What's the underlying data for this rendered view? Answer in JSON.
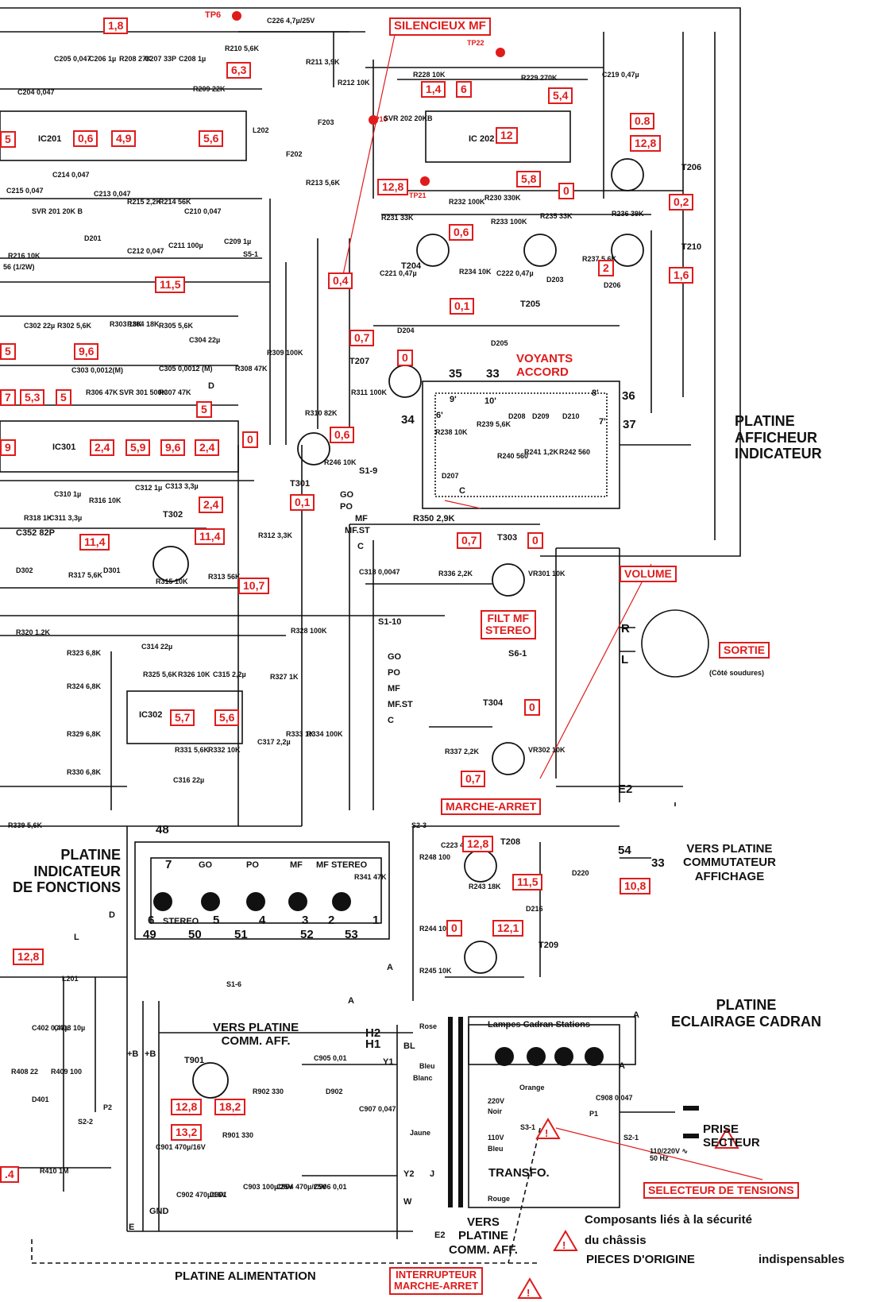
{
  "colors": {
    "accent": "#e01b1b",
    "ink": "#111111"
  },
  "titles": {
    "silencieux_mf": "SILENCIEUX MF",
    "voyants_accord": "VOYANTS\nACCORD",
    "platine_afficheur": "PLATINE\nAFFICHEUR\nINDICATEUR",
    "volume": "VOLUME",
    "filt_mf_stereo": "FILT MF\nSTEREO",
    "sortie": "SORTIE",
    "cote_soudures": "(Côté soudures)",
    "marche_arret": "MARCHE-ARRET",
    "vers_platine_commutateur": "VERS PLATINE\nCOMMUTATEUR\nAFFICHAGE",
    "platine_indicateur_fonctions": "PLATINE\nINDICATEUR\nDE FONCTIONS",
    "platine_eclairage": "PLATINE\nECLAIRAGE CADRAN",
    "vers_platine_comm_aff_top": "VERS PLATINE\nCOMM. AFF.",
    "vers_platine_comm_aff_bottom": "VERS\nPLATINE\nCOMM. AFF.",
    "prise_secteur": "PRISE\nSECTEUR",
    "selecteur_tensions": "SELECTEUR DE TENSIONS",
    "transfo": "TRANSFO.",
    "lampes_cadran": "Lampes Cadran Stations",
    "securite_1": "Composants liés à la sécurité",
    "securite_2": "du châssis",
    "securite_3": "PIECES D'ORIGINE",
    "securite_4": "indispensables",
    "platine_alimentation": "PLATINE ALIMENTATION",
    "interrupteur": "INTERRUPTEUR\nMARCHE-ARRET",
    "mains_spec": "110/220V ∿\n50 Hz"
  },
  "ic_labels": {
    "ic201": "IC201",
    "ic202": "IC 202",
    "ic301": "IC301",
    "ic302": "IC302"
  },
  "transistor_labels": {
    "t204": "T204",
    "t205": "T205",
    "t206": "T206",
    "t207": "T207",
    "t208": "T208",
    "t209": "T209",
    "t210": "T210",
    "t301": "T301",
    "t302": "T302",
    "t303": "T303",
    "t304": "T304",
    "t901": "T901"
  },
  "test_points": {
    "tp6": "TP6",
    "tp22": "TP22",
    "tp10": "TP10",
    "tp21": "TP21"
  },
  "component_labels": [
    {
      "id": "c226",
      "text": "C226 4,7µ/25V"
    },
    {
      "id": "r210",
      "text": "R210 5,6K"
    },
    {
      "id": "r211",
      "text": "R211 3,9K"
    },
    {
      "id": "r212",
      "text": "R212 10K"
    },
    {
      "id": "r213",
      "text": "R213 5,6K"
    },
    {
      "id": "r228",
      "text": "R228 10K"
    },
    {
      "id": "r229",
      "text": "R229 270K"
    },
    {
      "id": "c219",
      "text": "C219 0,47µ"
    },
    {
      "id": "r209",
      "text": "R209 22K"
    },
    {
      "id": "r208",
      "text": "R208 27K"
    },
    {
      "id": "c207",
      "text": "C207 33P"
    },
    {
      "id": "c208",
      "text": "C208 1µ"
    },
    {
      "id": "c206",
      "text": "C206 1µ"
    },
    {
      "id": "c205",
      "text": "C205 0,047"
    },
    {
      "id": "c204",
      "text": "C204 0,047"
    },
    {
      "id": "c214",
      "text": "C214 0,047"
    },
    {
      "id": "svr201",
      "text": "SVR 201 20K B"
    },
    {
      "id": "r215",
      "text": "R215 2,2K"
    },
    {
      "id": "r214",
      "text": "R214 56K"
    },
    {
      "id": "c210",
      "text": "C210 0,047"
    },
    {
      "id": "c211",
      "text": "C211 100µ"
    },
    {
      "id": "c212",
      "text": "C212 0,047"
    },
    {
      "id": "c213",
      "text": "C213 0,047"
    },
    {
      "id": "c215",
      "text": "C215 0,047"
    },
    {
      "id": "c209",
      "text": "C209 1µ"
    },
    {
      "id": "r216",
      "text": "R216 10K"
    },
    {
      "id": "r_56",
      "text": "56 (1/2W)"
    },
    {
      "id": "l202",
      "text": "L202"
    },
    {
      "id": "f203",
      "text": "F203"
    },
    {
      "id": "f202",
      "text": "F202"
    },
    {
      "id": "svr202",
      "text": "SVR 202 20KB"
    },
    {
      "id": "r232",
      "text": "R232 100K"
    },
    {
      "id": "r230",
      "text": "R230 330K"
    },
    {
      "id": "r231",
      "text": "R231 33K"
    },
    {
      "id": "r233",
      "text": "R233 100K"
    },
    {
      "id": "r235",
      "text": "R235 33K"
    },
    {
      "id": "r236",
      "text": "R236 39K"
    },
    {
      "id": "r234",
      "text": "R234 10K"
    },
    {
      "id": "r237",
      "text": "R237 5,6K"
    },
    {
      "id": "c221",
      "text": "C221 0,47µ"
    },
    {
      "id": "c222",
      "text": "C222 0,47µ"
    },
    {
      "id": "d203",
      "text": "D203"
    },
    {
      "id": "d206",
      "text": "D206"
    },
    {
      "id": "d205",
      "text": "D205"
    },
    {
      "id": "d204",
      "text": "D204"
    },
    {
      "id": "d201",
      "text": "D201"
    },
    {
      "id": "s5_1",
      "text": "S5-1"
    },
    {
      "id": "c302",
      "text": "C302 22µ"
    },
    {
      "id": "r302",
      "text": "R302 5,6K"
    },
    {
      "id": "r303",
      "text": "R303 18K"
    },
    {
      "id": "r304",
      "text": "R304 18K"
    },
    {
      "id": "r305",
      "text": "R305 5,6K"
    },
    {
      "id": "c304",
      "text": "C304 22µ"
    },
    {
      "id": "c303",
      "text": "C303 0,0012(M)"
    },
    {
      "id": "c305",
      "text": "C305 0,0012 (M)"
    },
    {
      "id": "r306",
      "text": "R306 47K"
    },
    {
      "id": "r307",
      "text": "R307 47K"
    },
    {
      "id": "svr301",
      "text": "SVR 301 500K"
    },
    {
      "id": "r308",
      "text": "R308 47K"
    },
    {
      "id": "r309",
      "text": "R309 100K"
    },
    {
      "id": "r310",
      "text": "R310 82K"
    },
    {
      "id": "r311",
      "text": "R311 100K"
    },
    {
      "id": "r246",
      "text": "R246 10K"
    },
    {
      "id": "r238",
      "text": "R238 10K"
    },
    {
      "id": "r239",
      "text": "R239 5,6K"
    },
    {
      "id": "r240",
      "text": "R240 560"
    },
    {
      "id": "r241",
      "text": "R241 1,2K"
    },
    {
      "id": "r242",
      "text": "R242 560"
    },
    {
      "id": "d207",
      "text": "D207"
    },
    {
      "id": "d208",
      "text": "D208"
    },
    {
      "id": "d209",
      "text": "D209"
    },
    {
      "id": "d210",
      "text": "D210"
    },
    {
      "id": "c310",
      "text": "C310 1µ"
    },
    {
      "id": "c311",
      "text": "C311 3,3µ"
    },
    {
      "id": "r316",
      "text": "R316 10K"
    },
    {
      "id": "r318",
      "text": "R318 1K"
    },
    {
      "id": "c312",
      "text": "C312 1µ"
    },
    {
      "id": "c313",
      "text": "C313 3,3µ"
    },
    {
      "id": "c352",
      "text": "C352 82P"
    },
    {
      "id": "d302",
      "text": "D302"
    },
    {
      "id": "d301",
      "text": "D301"
    },
    {
      "id": "r317",
      "text": "R317 5,6K"
    },
    {
      "id": "r315",
      "text": "R315 10K"
    },
    {
      "id": "r313",
      "text": "R313 56K"
    },
    {
      "id": "r312",
      "text": "R312 3,3K"
    },
    {
      "id": "r350",
      "text": "R350 2,9K"
    },
    {
      "id": "s1_9",
      "text": "S1-9"
    },
    {
      "id": "c318",
      "text": "C318 0,0047"
    },
    {
      "id": "r336",
      "text": "R336 2,2K"
    },
    {
      "id": "vr301",
      "text": "VR301 10K"
    },
    {
      "id": "s6_1",
      "text": "S6-1"
    },
    {
      "id": "r320",
      "text": "R320 1,2K"
    },
    {
      "id": "r323",
      "text": "R323 6,8K"
    },
    {
      "id": "r324",
      "text": "R324 6,8K"
    },
    {
      "id": "c314",
      "text": "C314 22µ"
    },
    {
      "id": "r325",
      "text": "R325 5,6K"
    },
    {
      "id": "r326",
      "text": "R326 10K"
    },
    {
      "id": "c315",
      "text": "C315 2,2µ"
    },
    {
      "id": "r328",
      "text": "R328 100K"
    },
    {
      "id": "r327",
      "text": "R327 1K"
    },
    {
      "id": "s1_10",
      "text": "S1-10"
    },
    {
      "id": "r329",
      "text": "R329 6,8K"
    },
    {
      "id": "r330",
      "text": "R330 6,8K"
    },
    {
      "id": "r331",
      "text": "R331 5,6K"
    },
    {
      "id": "r332",
      "text": "R332 10K"
    },
    {
      "id": "c317",
      "text": "C317 2,2µ"
    },
    {
      "id": "r333",
      "text": "R333 1K"
    },
    {
      "id": "r334",
      "text": "R334 100K"
    },
    {
      "id": "c316",
      "text": "C316 22µ"
    },
    {
      "id": "r337",
      "text": "R337 2,2K"
    },
    {
      "id": "vr302",
      "text": "VR302 10K"
    },
    {
      "id": "r339",
      "text": "R339 5,6K"
    },
    {
      "id": "s2_3",
      "text": "S2-3"
    },
    {
      "id": "r248",
      "text": "R248 100"
    },
    {
      "id": "c223",
      "text": "C223 4,7µ"
    },
    {
      "id": "r243",
      "text": "R243 18K"
    },
    {
      "id": "d220",
      "text": "D220"
    },
    {
      "id": "d216",
      "text": "D216"
    },
    {
      "id": "r244",
      "text": "R244 10K"
    },
    {
      "id": "r245",
      "text": "R245 10K"
    },
    {
      "id": "r341",
      "text": "R341 47K"
    },
    {
      "id": "s1_6",
      "text": "S1-6"
    },
    {
      "id": "l201",
      "text": "L201"
    },
    {
      "id": "c402",
      "text": "C402 0,47µ"
    },
    {
      "id": "c403",
      "text": "C403 10µ"
    },
    {
      "id": "r408",
      "text": "R408 22"
    },
    {
      "id": "r409",
      "text": "R409 100"
    },
    {
      "id": "d401",
      "text": "D401"
    },
    {
      "id": "s2_2",
      "text": "S2-2"
    },
    {
      "id": "r410",
      "text": "R410 1M"
    },
    {
      "id": "c905",
      "text": "C905 0,01"
    },
    {
      "id": "c906",
      "text": "C906 0,01"
    },
    {
      "id": "c907",
      "text": "C907 0,047"
    },
    {
      "id": "d902",
      "text": "D902"
    },
    {
      "id": "r902",
      "text": "R902 330"
    },
    {
      "id": "r901",
      "text": "R901 330"
    },
    {
      "id": "c901",
      "text": "C901 470µ/16V"
    },
    {
      "id": "c902",
      "text": "C902 470µ/16V"
    },
    {
      "id": "d901",
      "text": "D901"
    },
    {
      "id": "c903",
      "text": "C903 100µ/25V"
    },
    {
      "id": "c904",
      "text": "C904 470µ/25V"
    },
    {
      "id": "c908",
      "text": "C908 0,047"
    },
    {
      "id": "s3_1",
      "text": "S3-1"
    },
    {
      "id": "s2_1",
      "text": "S2-1"
    },
    {
      "id": "p1",
      "text": "P1"
    },
    {
      "id": "p2",
      "text": "P2"
    }
  ],
  "voltages": [
    {
      "id": "v1",
      "text": "1,8"
    },
    {
      "id": "v2",
      "text": "6,3"
    },
    {
      "id": "v3",
      "text": "0,6"
    },
    {
      "id": "v4",
      "text": "4,9"
    },
    {
      "id": "v5",
      "text": "5,6"
    },
    {
      "id": "v6",
      "text": "11,5"
    },
    {
      "id": "v7",
      "text": "1,4"
    },
    {
      "id": "v8",
      "text": "6"
    },
    {
      "id": "v9",
      "text": "5,4"
    },
    {
      "id": "v10",
      "text": "0.8"
    },
    {
      "id": "v11",
      "text": "12,8"
    },
    {
      "id": "v12",
      "text": "12"
    },
    {
      "id": "v13",
      "text": "12,8"
    },
    {
      "id": "v14",
      "text": "5,8"
    },
    {
      "id": "v15",
      "text": "0"
    },
    {
      "id": "v16",
      "text": "0,2"
    },
    {
      "id": "v17",
      "text": "0,6"
    },
    {
      "id": "v18",
      "text": "0,4"
    },
    {
      "id": "v19",
      "text": "0,1"
    },
    {
      "id": "v20",
      "text": "2"
    },
    {
      "id": "v21",
      "text": "1,6"
    },
    {
      "id": "v22",
      "text": "0,7"
    },
    {
      "id": "v23",
      "text": "0"
    },
    {
      "id": "v24",
      "text": "9,6"
    },
    {
      "id": "v25",
      "text": "5,3"
    },
    {
      "id": "v26",
      "text": "5"
    },
    {
      "id": "v27",
      "text": "5"
    },
    {
      "id": "v28",
      "text": "0,6"
    },
    {
      "id": "v29",
      "text": "0"
    },
    {
      "id": "v30",
      "text": "2,4"
    },
    {
      "id": "v31",
      "text": "5,9"
    },
    {
      "id": "v32",
      "text": "9,6"
    },
    {
      "id": "v33",
      "text": "2,4"
    },
    {
      "id": "v34",
      "text": "0,1"
    },
    {
      "id": "v35",
      "text": "2,4"
    },
    {
      "id": "v36",
      "text": "11,4"
    },
    {
      "id": "v37",
      "text": "11,4"
    },
    {
      "id": "v38",
      "text": "10,7"
    },
    {
      "id": "v39",
      "text": "0,7"
    },
    {
      "id": "v40",
      "text": "0"
    },
    {
      "id": "v41",
      "text": "5,7"
    },
    {
      "id": "v42",
      "text": "5,6"
    },
    {
      "id": "v43",
      "text": "0"
    },
    {
      "id": "v44",
      "text": "0,7"
    },
    {
      "id": "v45",
      "text": "12,8"
    },
    {
      "id": "v46",
      "text": "11,5"
    },
    {
      "id": "v47",
      "text": "10,8"
    },
    {
      "id": "v48",
      "text": "0"
    },
    {
      "id": "v49",
      "text": "12,1"
    },
    {
      "id": "v50",
      "text": "12,8"
    },
    {
      "id": "v51",
      "text": "12,8"
    },
    {
      "id": "v52",
      "text": "18,2"
    },
    {
      "id": "v53",
      "text": "13,2"
    },
    {
      "id": "v54",
      "text": "5"
    },
    {
      "id": "v55",
      "text": "7"
    },
    {
      "id": "v56",
      "text": "9"
    },
    {
      "id": "v57",
      "text": "5"
    },
    {
      "id": "v58",
      "text": ".4"
    }
  ],
  "connector_numbers": [
    "35",
    "33",
    "36",
    "9'",
    "10'",
    "8'",
    "6'",
    "7'",
    "37",
    "34",
    "48",
    "49",
    "50",
    "51",
    "52",
    "53",
    "7",
    "6",
    "5",
    "4",
    "3",
    "2",
    "1",
    "54",
    "33"
  ],
  "function_labels": [
    "GO",
    "PO",
    "MF",
    "MF STEREO",
    "STEREO"
  ],
  "switch_labels": [
    "GO",
    "PO",
    "MF",
    "MF.ST",
    "C",
    "GO",
    "PO",
    "MF",
    "MF.ST",
    "C"
  ],
  "wire_colors": [
    "Rose",
    "Bleu",
    "Blanc",
    "Jaune",
    "Orange",
    "Noir",
    "Bleu",
    "Rouge"
  ],
  "transfo_taps": [
    "220V",
    "110V"
  ],
  "node_labels": [
    "H2",
    "H1",
    "Y1",
    "Y2",
    "W",
    "J",
    "E",
    "E2",
    "GND",
    "+B",
    "+B",
    "R",
    "L",
    "E2",
    "A",
    "A",
    "A",
    "A",
    "D",
    "D",
    "L",
    "C",
    "BL"
  ]
}
